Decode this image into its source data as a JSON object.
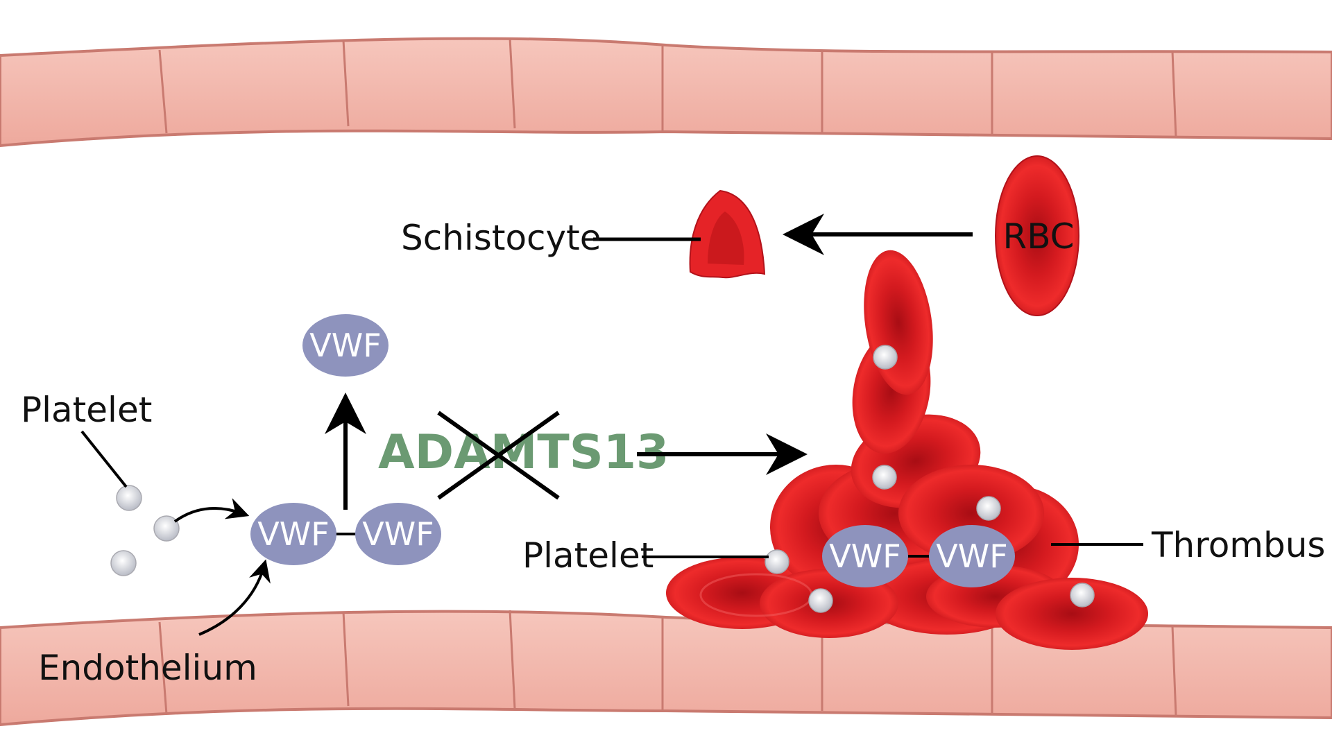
{
  "labels": {
    "schistocyte": "Schistocyte",
    "rbc": "RBC",
    "platelet_left": "Platelet",
    "endothelium": "Endothelium",
    "platelet_right": "Platelet",
    "thrombus": "Thrombus",
    "enzyme": "ADAMTS13",
    "vwf": "VWF"
  },
  "colors": {
    "vessel_wall": "#f2b8ad",
    "vessel_edge": "#c97a70",
    "rbc": "#e02020",
    "rbc_dark": "#a80d14",
    "vwf": "#8e93bd",
    "enzyme": "#6b9a72",
    "arrow": "#000000"
  },
  "enzyme_state": "inhibited"
}
